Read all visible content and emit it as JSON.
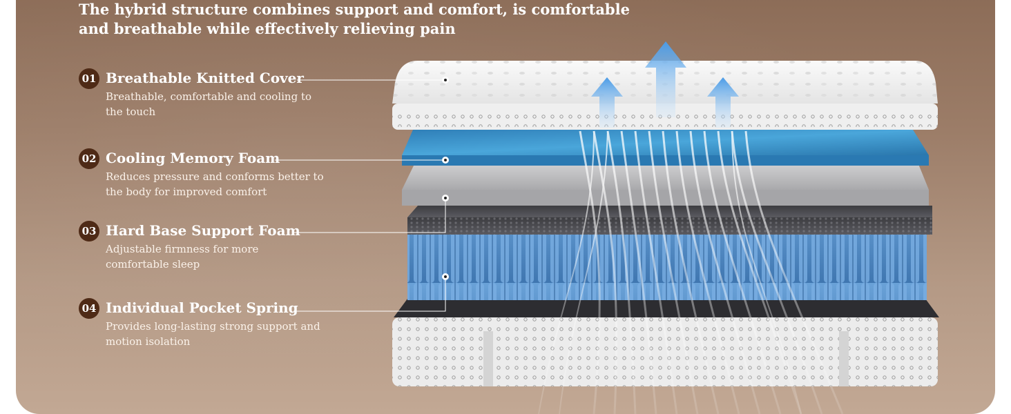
{
  "headline": "The hybrid structure combines support and comfort, is comfortable and breathable while effectively relieving pain",
  "features": [
    {
      "number": "01",
      "title": "Breathable Knitted Cover",
      "description": "Breathable, comfortable and cooling to the touch"
    },
    {
      "number": "02",
      "title": "Cooling Memory Foam",
      "description": "Reduces pressure and conforms better to the body for improved comfort"
    },
    {
      "number": "03",
      "title": "Hard Base Support Foam",
      "description": "Adjustable firmness for more comfortable sleep"
    },
    {
      "number": "04",
      "title": "Individual Pocket Spring",
      "description": "Provides long-lasting strong support and motion isolation"
    }
  ],
  "colors": {
    "background_top": "#8a6a55",
    "background_bottom": "#c2a894",
    "number_badge": "#4e2a16",
    "cooling_foam": "#3a8fc2",
    "support_foam": "#bdbdbf",
    "springs": "#4f86c0",
    "airflow_arrows": "#5fa8e8"
  },
  "icons": [
    "airflow-arrow-icon",
    "callout-dot-icon"
  ]
}
